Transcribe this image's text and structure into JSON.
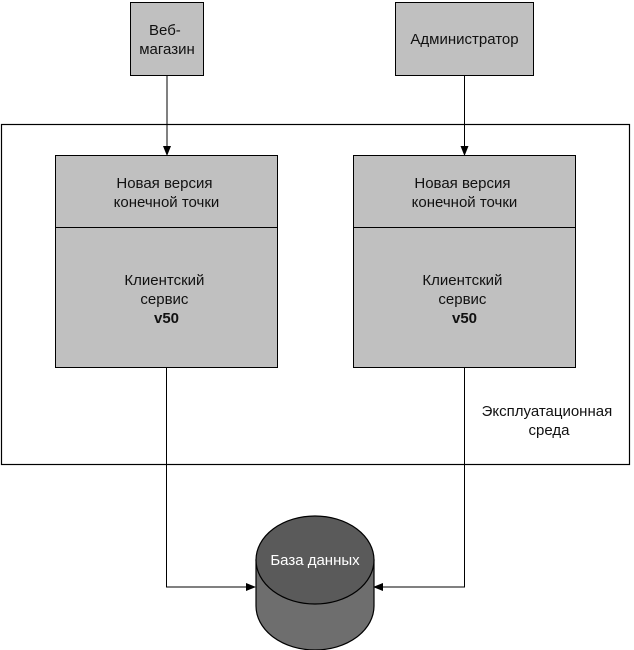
{
  "clients": {
    "webshop": [
      "Веб-",
      "магазин"
    ],
    "admin": [
      "Администратор"
    ]
  },
  "services": [
    {
      "endpoint": [
        "Новая версия",
        "конечной точки"
      ],
      "service": [
        "Клиентский",
        "сервис"
      ],
      "version": "v50"
    },
    {
      "endpoint": [
        "Новая версия",
        "конечной точки"
      ],
      "service": [
        "Клиентский",
        "сервис"
      ],
      "version": "v50"
    }
  ],
  "environment": [
    "Эксплуатационная",
    "среда"
  ],
  "database": "База данных",
  "colors": {
    "box_fill": "#c0c0c0",
    "db_side": "#6e6e6e",
    "db_top": "#5a5a5a",
    "stroke": "#000000"
  }
}
